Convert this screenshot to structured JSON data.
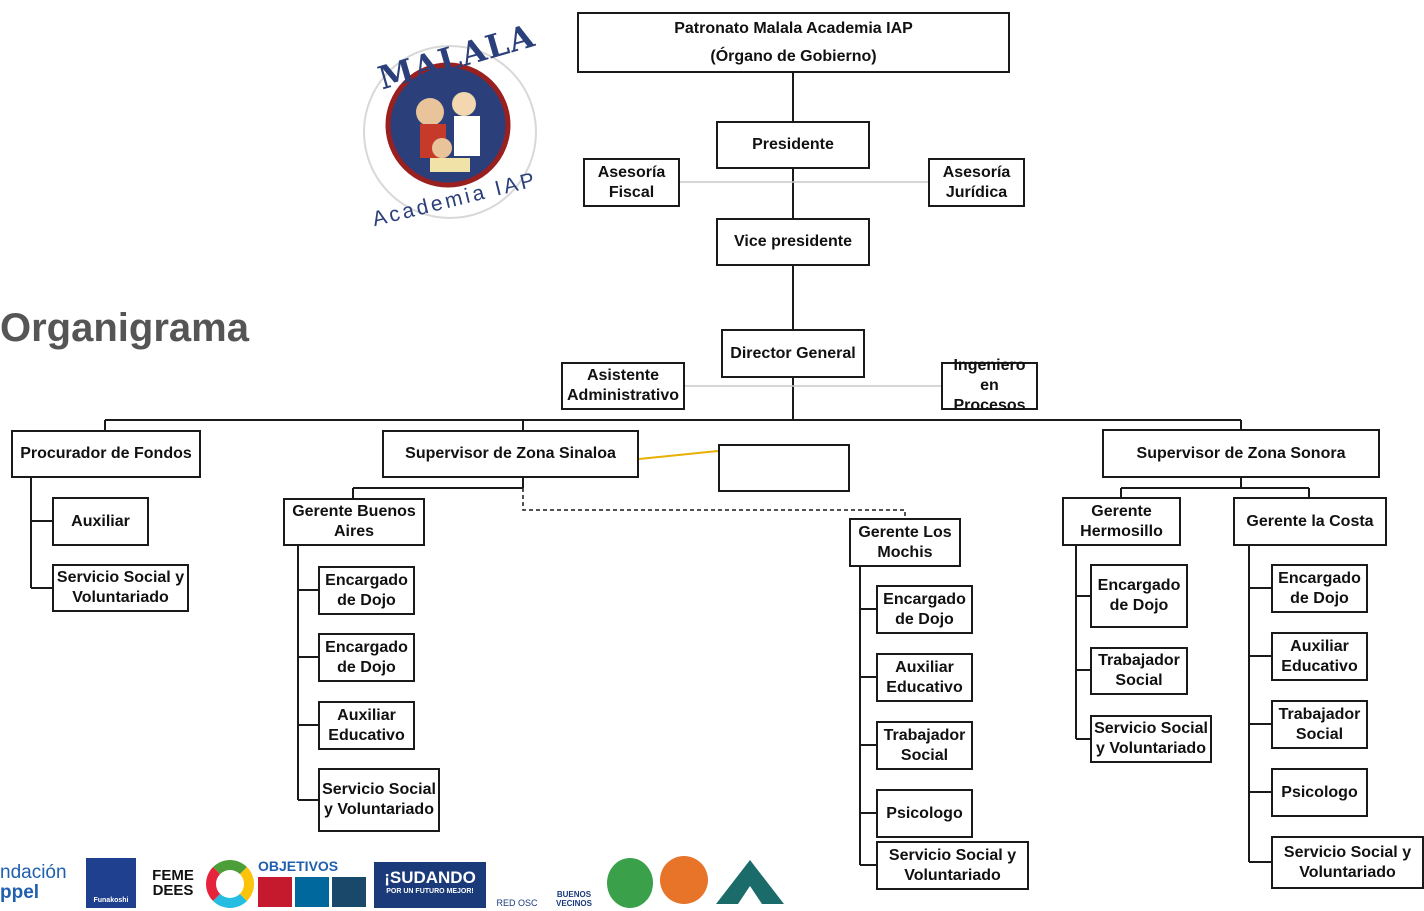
{
  "page_title": "Organigrama",
  "logo": {
    "name": "MALALA",
    "subtitle": "Academia IAP"
  },
  "governing_board": {
    "line1": "Patronato Malala Academia IAP",
    "line2": "(Órgano de Gobierno)"
  },
  "president": "Presidente",
  "fiscal_advisory": {
    "line1": "Asesoría",
    "line2": "Fiscal"
  },
  "legal_advisory": {
    "line1": "Asesoría",
    "line2": "Jurídica"
  },
  "vice_president": "Vice presidente",
  "general_director": "Director General",
  "admin_assistant": {
    "line1": "Asistente",
    "line2": "Administrativo"
  },
  "process_engineer": {
    "line1": "Ingeniero",
    "line2": "en Procesos"
  },
  "fundraiser": {
    "title": "Procurador de Fondos",
    "items": [
      {
        "line1": "Auxiliar",
        "line2": ""
      },
      {
        "line1": "Servicio Social y",
        "line2": "Voluntariado"
      }
    ]
  },
  "sinaloa": {
    "title": "Supervisor de Zona Sinaloa",
    "empty_box": "",
    "buenos_aires": {
      "line1": "Gerente Buenos",
      "line2": "Aires",
      "items": [
        {
          "line1": "Encargado",
          "line2": "de Dojo"
        },
        {
          "line1": "Encargado",
          "line2": "de Dojo"
        },
        {
          "line1": "Auxiliar",
          "line2": "Educativo"
        },
        {
          "line1": "Servicio Social",
          "line2": "y Voluntariado"
        }
      ]
    },
    "los_mochis": {
      "line1": "Gerente Los",
      "line2": "Mochis",
      "items": [
        {
          "line1": "Encargado",
          "line2": "de Dojo"
        },
        {
          "line1": "Auxiliar",
          "line2": "Educativo"
        },
        {
          "line1": "Trabajador",
          "line2": "Social"
        },
        {
          "line1": "Psicologo",
          "line2": ""
        },
        {
          "line1": "Servicio Social y",
          "line2": "Voluntariado"
        }
      ]
    }
  },
  "sonora": {
    "title": "Supervisor de Zona Sonora",
    "hermosillo": {
      "line1": "Gerente",
      "line2": "Hermosillo",
      "items": [
        {
          "line1": "Encargado",
          "line2": "de Dojo"
        },
        {
          "line1": "Trabajador",
          "line2": "Social"
        },
        {
          "line1": "Servicio Social",
          "line2": "y Voluntariado"
        }
      ]
    },
    "la_costa": {
      "line1": "Gerente la Costa",
      "line2": "",
      "items": [
        {
          "line1": "Encargado",
          "line2": "de Dojo"
        },
        {
          "line1": "Auxiliar",
          "line2": "Educativo"
        },
        {
          "line1": "Trabajador",
          "line2": "Social"
        },
        {
          "line1": "Psicologo",
          "line2": ""
        },
        {
          "line1": "Servicio Social y",
          "line2": "Voluntariado"
        }
      ]
    }
  },
  "footer_logos": {
    "fundacion": {
      "line1": "ndación",
      "line2": "ppel"
    },
    "funakoshi": "Funakoshi",
    "femedees": "FEME DEES",
    "ods": "OBJETIVOS",
    "sudando": {
      "line1": "¡SUDANDO",
      "line2": "POR UN FUTURO MEJOR!"
    },
    "red_osc": "RED OSC",
    "buenos_vecinos": "BUENOS VECINOS",
    "colors": {
      "blue": "#1f3f8f",
      "teal": "#1b6b6b",
      "orange": "#e8742a",
      "green": "#3aa04a"
    }
  }
}
